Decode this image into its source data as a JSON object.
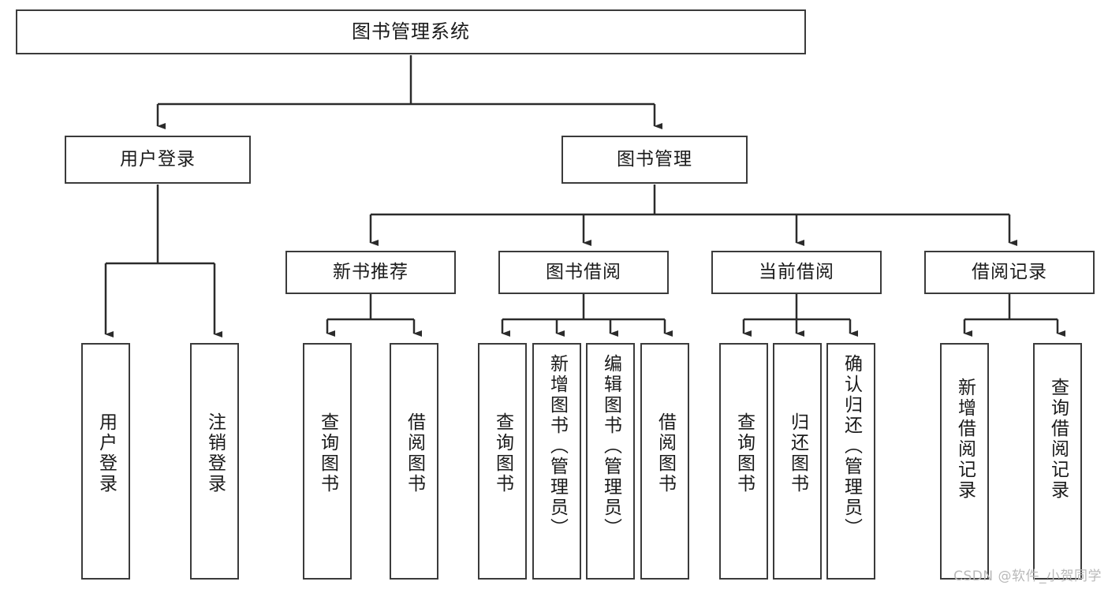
{
  "diagram": {
    "type": "tree-hierarchy",
    "title": "图书管理系统",
    "watermark": "CSDN @软件_小贺同学",
    "colors": {
      "box_border": "#3b3b3b",
      "box_fill": "#ffffff",
      "connector": "#2b2b2b",
      "text": "#1a1a1a",
      "watermark": "#b9b9b9"
    },
    "root": {
      "label": "图书管理系统"
    },
    "level2": [
      {
        "label": "用户登录"
      },
      {
        "label": "图书管理"
      }
    ],
    "level3": [
      {
        "label": "新书推荐"
      },
      {
        "label": "图书借阅"
      },
      {
        "label": "当前借阅"
      },
      {
        "label": "借阅记录"
      }
    ],
    "leaves": {
      "user_login": [
        {
          "label": "用户登录"
        },
        {
          "label": "注销登录"
        }
      ],
      "new_book_recommend": [
        {
          "label": "查询图书"
        },
        {
          "label": "借阅图书"
        }
      ],
      "book_borrow": [
        {
          "label": "查询图书"
        },
        {
          "label": "新增图书（管理员）"
        },
        {
          "label": "编辑图书（管理员）"
        },
        {
          "label": "借阅图书"
        }
      ],
      "current_borrow": [
        {
          "label": "查询图书"
        },
        {
          "label": "归还图书"
        },
        {
          "label": "确认归还（管理员）"
        }
      ],
      "borrow_record": [
        {
          "label": "新增借阅记录"
        },
        {
          "label": "查询借阅记录"
        }
      ]
    }
  }
}
